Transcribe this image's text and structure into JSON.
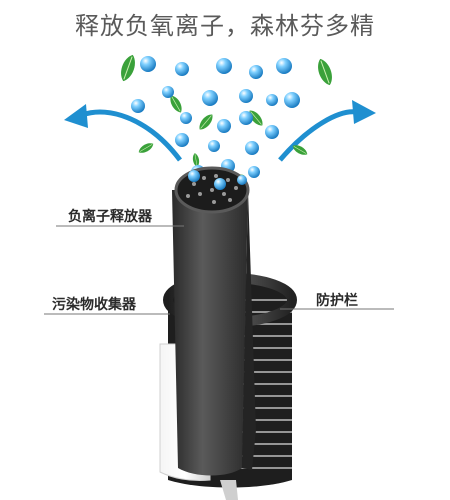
{
  "headline": "释放负氧离子，森林芬多精",
  "labels": {
    "ion_emitter": "负离子释放器",
    "pollutant_collector": "污染物收集器",
    "guard_rail": "防护栏"
  },
  "colors": {
    "arrow_blue": "#1f8fd0",
    "leaf_green": "#3aa13a",
    "bubble_blue": "#2a9ee0",
    "tower_dark": "#3c3c3c",
    "ring_dark": "#2e2e2e",
    "sleeve_light": "#e8e8e8"
  },
  "icons": [
    "leaf-icon",
    "ion-bubble-icon",
    "airflow-arrow-icon"
  ]
}
